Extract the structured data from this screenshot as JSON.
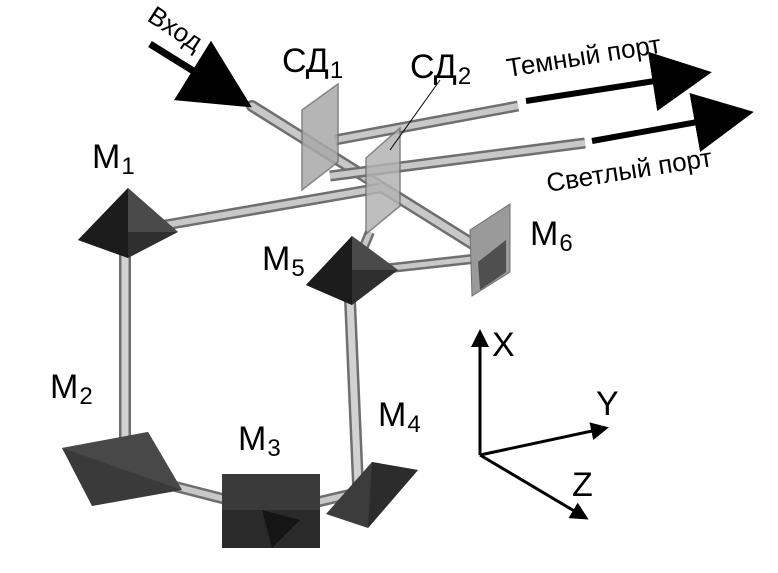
{
  "labels": {
    "input": "Вход",
    "dark_port": "Темный порт",
    "bright_port": "Светлый порт"
  },
  "beamsplitters": [
    {
      "id": "bs1",
      "base": "СД",
      "index": "1"
    },
    {
      "id": "bs2",
      "base": "СД",
      "index": "2"
    }
  ],
  "mirrors": [
    {
      "id": "m1",
      "base": "M",
      "index": "1"
    },
    {
      "id": "m2",
      "base": "M",
      "index": "2"
    },
    {
      "id": "m3",
      "base": "M",
      "index": "3"
    },
    {
      "id": "m4",
      "base": "M",
      "index": "4"
    },
    {
      "id": "m5",
      "base": "M",
      "index": "5"
    },
    {
      "id": "m6",
      "base": "M",
      "index": "6"
    }
  ],
  "axes": {
    "x": "X",
    "y": "Y",
    "z": "Z"
  },
  "colors": {
    "beam": "#c8c8c8",
    "beam_edge": "#6f6f6f",
    "mirror_dark": "#2f2f2f",
    "mirror_mid": "#555555",
    "splitter": "#a9a9a9",
    "arrow": "#000000"
  }
}
